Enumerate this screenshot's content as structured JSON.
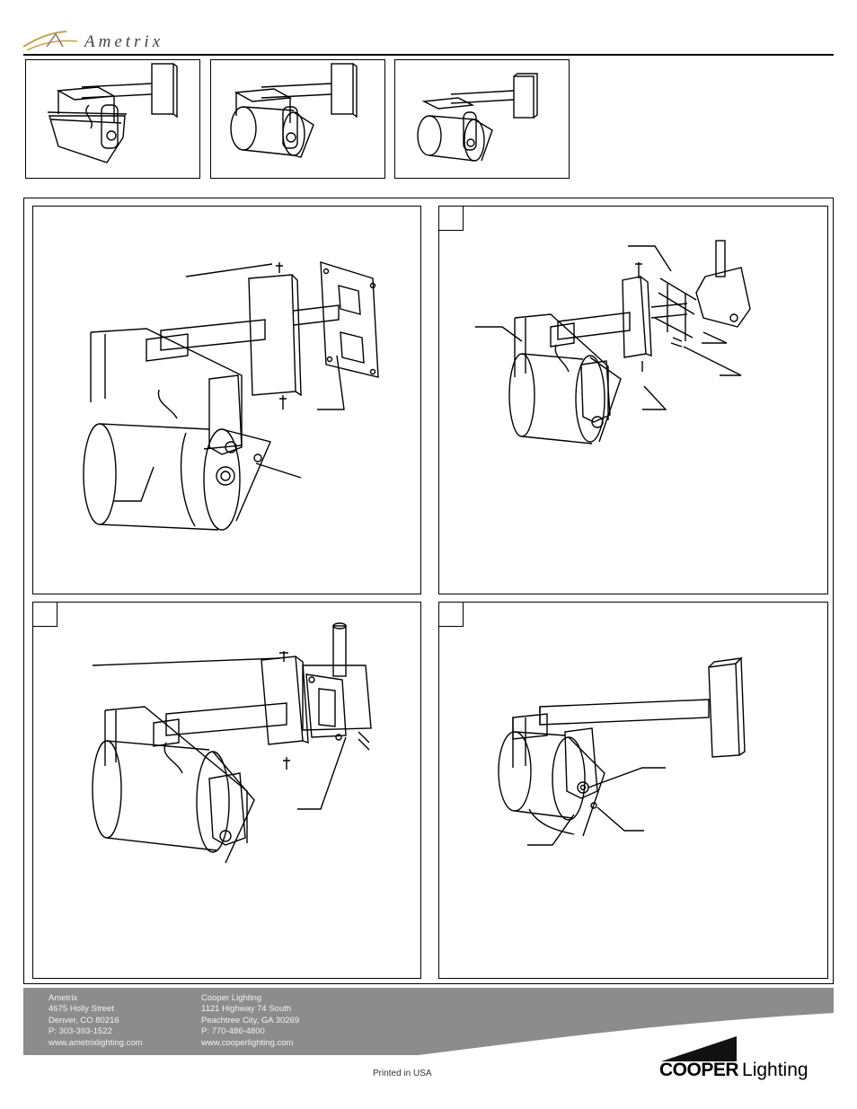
{
  "header": {
    "brand": "Ametrix"
  },
  "footer": {
    "left_address": [
      "Ametrix",
      "4675 Holly Street",
      "Denver, CO 80216",
      "P: 303-393-1522",
      "www.ametrixlighting.com"
    ],
    "right_address": [
      "Cooper Lighting",
      "1121 Highway 74 South",
      "Peachtree City, GA 30269",
      "P: 770-486-4800",
      "www.cooperlighting.com"
    ],
    "printed": "Printed in USA",
    "logo_bold": "COOPER",
    "logo_light": "Lighting"
  },
  "colors": {
    "footer_band": "#8c8c8c",
    "line": "#000000"
  }
}
